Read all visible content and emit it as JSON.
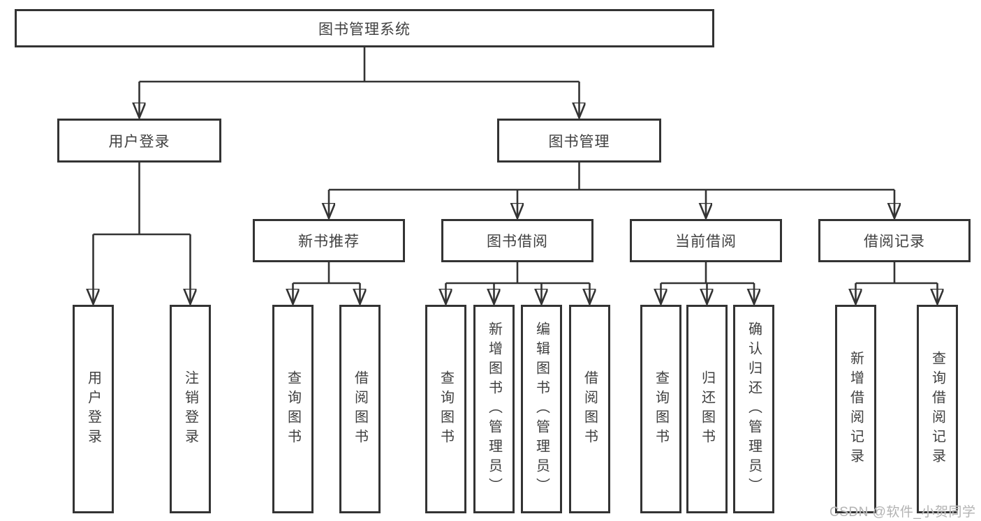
{
  "diagram": {
    "root": {
      "label": "图书管理系统"
    },
    "branches": {
      "user_login": {
        "label": "用户登录",
        "children": [
          "用户登录",
          "注销登录"
        ]
      },
      "book_mgmt": {
        "label": "图书管理",
        "sections": {
          "new_book": {
            "label": "新书推荐",
            "children": [
              "查询图书",
              "借阅图书"
            ]
          },
          "book_borrow": {
            "label": "图书借阅",
            "children": [
              "查询图书",
              "新增图书（管理员）",
              "编辑图书（管理员）",
              "借阅图书"
            ]
          },
          "current_borrow": {
            "label": "当前借阅",
            "children": [
              "查询图书",
              "归还图书",
              "确认归还（管理员）"
            ]
          },
          "borrow_record": {
            "label": "借阅记录",
            "children": [
              "新增借阅记录",
              "查询借阅记录"
            ]
          }
        }
      }
    }
  },
  "watermark": {
    "label": "CSDN @软件_小贺同学"
  },
  "colors": {
    "line": "#333333",
    "text": "#404040",
    "watermark": "#b3b3b3",
    "box_bg": "#ffffff"
  }
}
